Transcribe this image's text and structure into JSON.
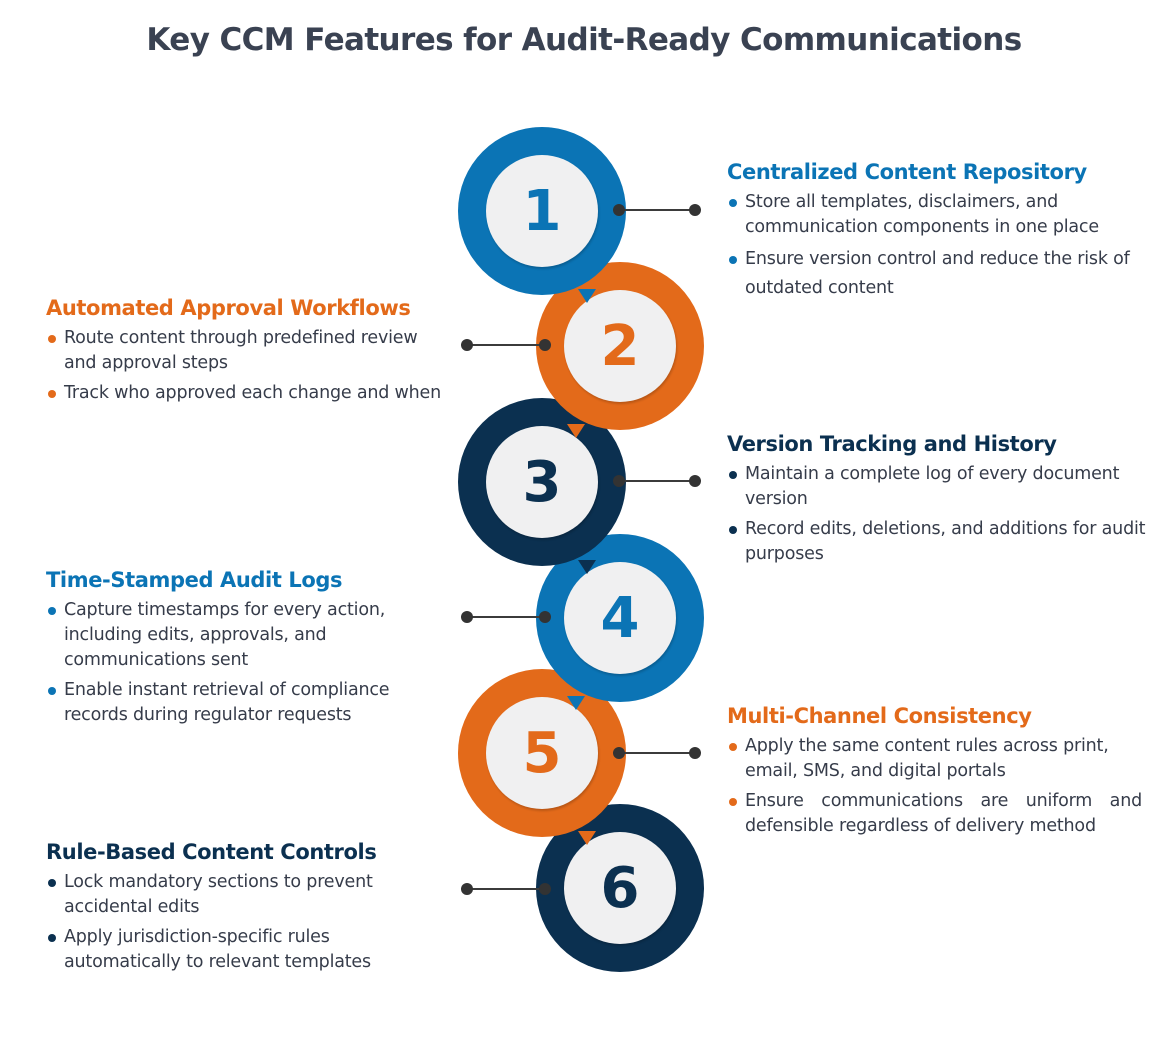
{
  "title": "Key CCM Features for Audit-Ready Communications",
  "colors": {
    "blue": "#0b74b5",
    "orange": "#e36a1a",
    "navy": "#0b3050",
    "inner_fill": "#f0f0f1",
    "body_text": "#363c4a",
    "connector": "#333333"
  },
  "steps": [
    {
      "number": "1",
      "color": "blue",
      "side": "right",
      "heading": "Centralized Content Repository",
      "bullets": [
        "Store all templates, disclaimers, and communication components in one place",
        "Ensure version control and reduce the risk of outdated content"
      ]
    },
    {
      "number": "2",
      "color": "orange",
      "side": "left",
      "heading": "Automated Approval Workflows",
      "bullets": [
        "Route content through predefined review and approval steps",
        "Track who approved each change and when"
      ]
    },
    {
      "number": "3",
      "color": "navy",
      "side": "right",
      "heading": "Version Tracking and History",
      "bullets": [
        "Maintain a complete log of every document version",
        "Record edits, deletions, and additions for audit purposes"
      ]
    },
    {
      "number": "4",
      "color": "blue",
      "side": "left",
      "heading": "Time-Stamped Audit Logs",
      "bullets": [
        "Capture timestamps for every action, including edits, approvals, and communications sent",
        "Enable instant retrieval of compliance records during regulator requests"
      ]
    },
    {
      "number": "5",
      "color": "orange",
      "side": "right",
      "heading": "Multi-Channel Consistency",
      "bullets": [
        "Apply the same content rules across print, email, SMS, and digital portals",
        "Ensure communications are uniform and defensible regardless of delivery method"
      ]
    },
    {
      "number": "6",
      "color": "navy",
      "side": "left",
      "heading": "Rule-Based Content Controls",
      "bullets": [
        "Lock mandatory sections to prevent accidental edits",
        "Apply jurisdiction-specific rules automatically to relevant templates"
      ]
    }
  ]
}
